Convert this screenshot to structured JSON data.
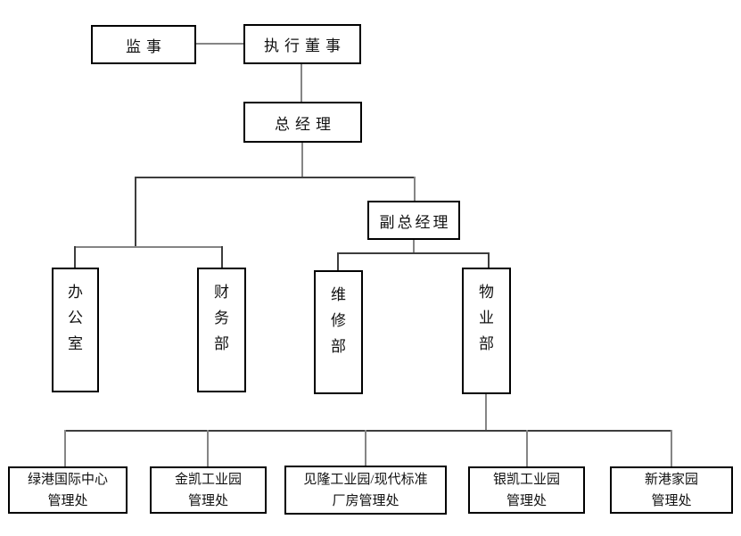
{
  "colors": {
    "bg": "#ffffff",
    "border": "#000000",
    "text": "#111111",
    "line-dark": "#3d3d3d",
    "line-gray": "#858585"
  },
  "nodes": {
    "supervisor": {
      "label": "监事"
    },
    "executive_director": {
      "label": "执行董事"
    },
    "general_manager": {
      "label": "总经理"
    },
    "deputy_general_manager": {
      "label": "副总经理"
    },
    "office": {
      "lines": [
        "办",
        "公",
        "室"
      ]
    },
    "finance_dept": {
      "lines": [
        "财",
        "务",
        "部"
      ]
    },
    "maintenance_dept": {
      "lines": [
        "维",
        "修",
        "部"
      ]
    },
    "property_dept": {
      "lines": [
        "物",
        "业",
        "部"
      ]
    },
    "lvgang_intl_center": {
      "lines": [
        "绿港国际中心",
        "管理处"
      ]
    },
    "jinkai_industrial_park": {
      "lines": [
        "金凯工业园",
        "管理处"
      ]
    },
    "jianlong_modern_plant": {
      "lines": [
        "见隆工业园/现代标准",
        "厂房管理处"
      ]
    },
    "yinkai_industrial_park": {
      "lines": [
        "银凯工业园",
        "管理处"
      ]
    },
    "xingang_home": {
      "lines": [
        "新港家园",
        "管理处"
      ]
    }
  },
  "edges": [
    {
      "from": "supervisor",
      "to": "executive_director"
    },
    {
      "from": "executive_director",
      "to": "general_manager"
    },
    {
      "from": "general_manager",
      "to": "office"
    },
    {
      "from": "general_manager",
      "to": "finance_dept"
    },
    {
      "from": "general_manager",
      "to": "deputy_general_manager"
    },
    {
      "from": "deputy_general_manager",
      "to": "maintenance_dept"
    },
    {
      "from": "deputy_general_manager",
      "to": "property_dept"
    },
    {
      "from": "property_dept",
      "to": "lvgang_intl_center"
    },
    {
      "from": "property_dept",
      "to": "jinkai_industrial_park"
    },
    {
      "from": "property_dept",
      "to": "jianlong_modern_plant"
    },
    {
      "from": "property_dept",
      "to": "yinkai_industrial_park"
    },
    {
      "from": "property_dept",
      "to": "xingang_home"
    }
  ]
}
